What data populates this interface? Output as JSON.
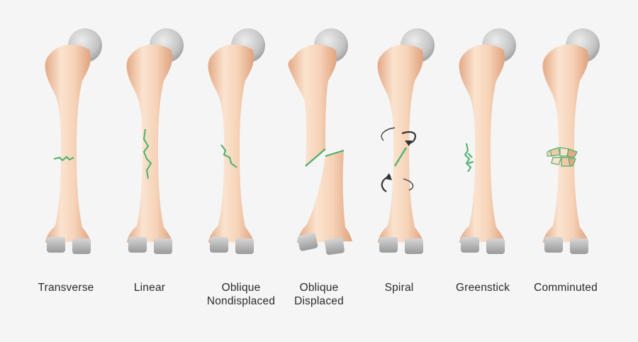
{
  "fracture_types": [
    {
      "id": "transverse",
      "lines": [
        "Transverse"
      ]
    },
    {
      "id": "linear",
      "lines": [
        "Linear"
      ]
    },
    {
      "id": "oblique-nondisplaced",
      "lines": [
        "Oblique",
        "Nondisplaced"
      ]
    },
    {
      "id": "oblique-displaced",
      "lines": [
        "Oblique",
        "Displaced"
      ]
    },
    {
      "id": "spiral",
      "lines": [
        "Spiral"
      ]
    },
    {
      "id": "greenstick",
      "lines": [
        "Greenstick"
      ]
    },
    {
      "id": "comminuted",
      "lines": [
        "Comminuted"
      ]
    }
  ],
  "colors": {
    "background": "#f5f5f5",
    "bone_light": "#fbe3cf",
    "bone_mid": "#f2c8a8",
    "bone_dark": "#e3a985",
    "cartilage": "#c9c9c9",
    "fracture_line": "#4caf6a",
    "arrow": "#333333",
    "text": "#2b2b2b"
  }
}
